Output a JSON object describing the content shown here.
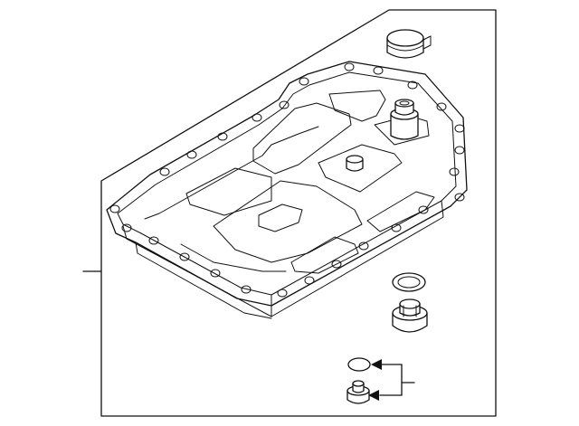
{
  "diagram": {
    "parts": [
      {
        "name": "transmission-oil-pan",
        "icon": "oil-pan-icon"
      },
      {
        "name": "filler-cap",
        "icon": "cap-icon"
      },
      {
        "name": "filler-neck",
        "icon": "neck-icon"
      },
      {
        "name": "seal-ring",
        "icon": "o-ring-icon"
      },
      {
        "name": "drain-plug",
        "icon": "plug-icon"
      },
      {
        "name": "small-seal-ring",
        "icon": "o-ring-icon"
      },
      {
        "name": "small-plug",
        "icon": "plug-icon"
      }
    ],
    "line_color": "#111111",
    "background": "#ffffff"
  }
}
